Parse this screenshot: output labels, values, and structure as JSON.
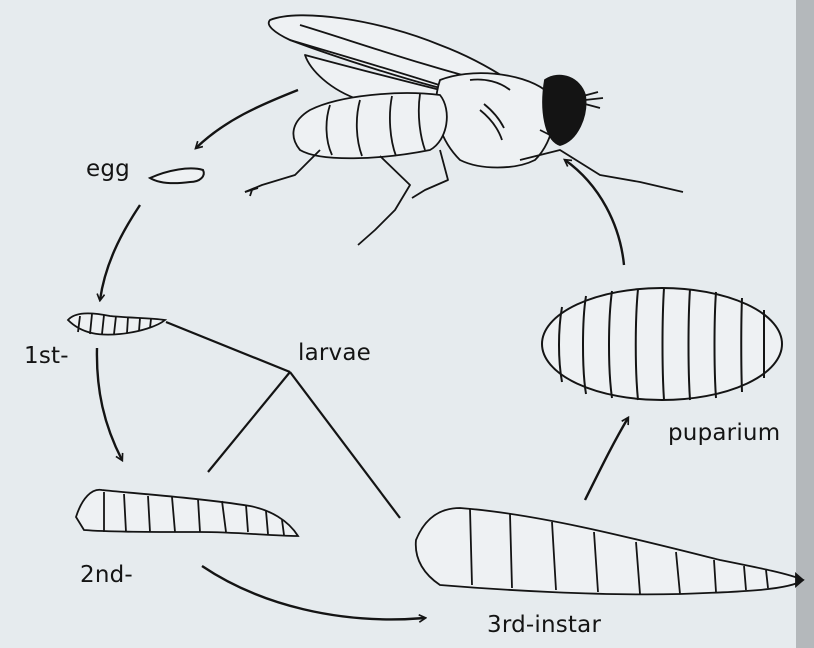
{
  "labels": {
    "egg": "egg",
    "first": "1st-",
    "larvae": "larvae",
    "second": "2nd-",
    "third": "3rd-instar",
    "puparium": "puparium"
  },
  "stages": [
    "fly",
    "egg",
    "1st-instar larva",
    "2nd-instar larva",
    "3rd-instar larva",
    "puparium"
  ],
  "colors": {
    "ink": "#141414",
    "paper": "#e6ebee"
  },
  "icons": [
    "adult-fly-icon",
    "egg-icon",
    "first-instar-larva-icon",
    "second-instar-larva-icon",
    "third-instar-larva-icon",
    "puparium-icon"
  ]
}
